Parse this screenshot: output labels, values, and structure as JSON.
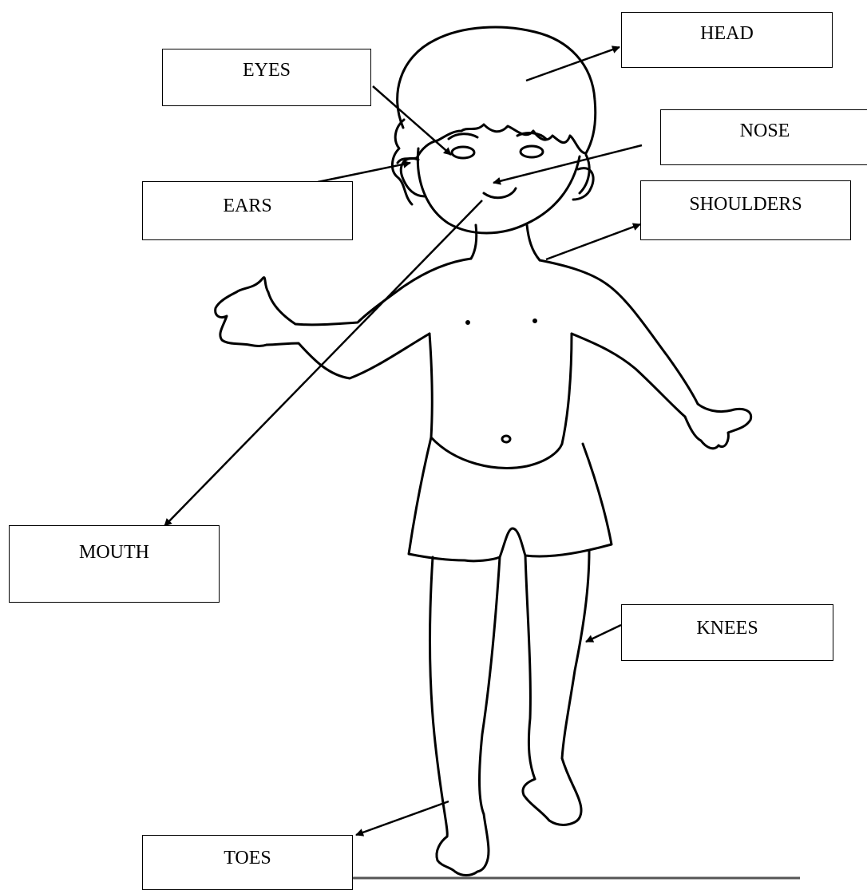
{
  "labels": {
    "head": "HEAD",
    "eyes": "EYES",
    "nose": "NOSE",
    "ears": "EARS",
    "shoulders": "SHOULDERS",
    "mouth": "MOUTH",
    "knees": "KNEES",
    "toes": "TOES"
  },
  "colors": {
    "ink": "#000000",
    "paper": "#ffffff",
    "ground_line": "#555555"
  }
}
